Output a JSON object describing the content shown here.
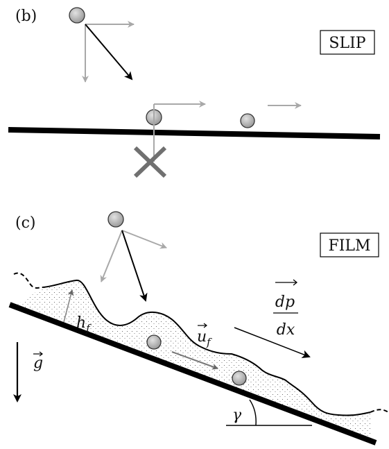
{
  "panel_b": {
    "label": "(b)",
    "mode_label": "SLIP"
  },
  "panel_c": {
    "label": "(c)",
    "mode_label": "FILM",
    "film_thickness": "h",
    "film_thickness_sub": "f",
    "film_velocity": "u",
    "film_velocity_sub": "f",
    "gradient_num": "dp",
    "gradient_den": "dx",
    "gravity": "g",
    "angle": "γ"
  },
  "colors": {
    "line": "#000000",
    "arrow_gray": "#a8a8a8",
    "cross_gray": "#707070",
    "sphere_fill": "#b4b4b4"
  }
}
